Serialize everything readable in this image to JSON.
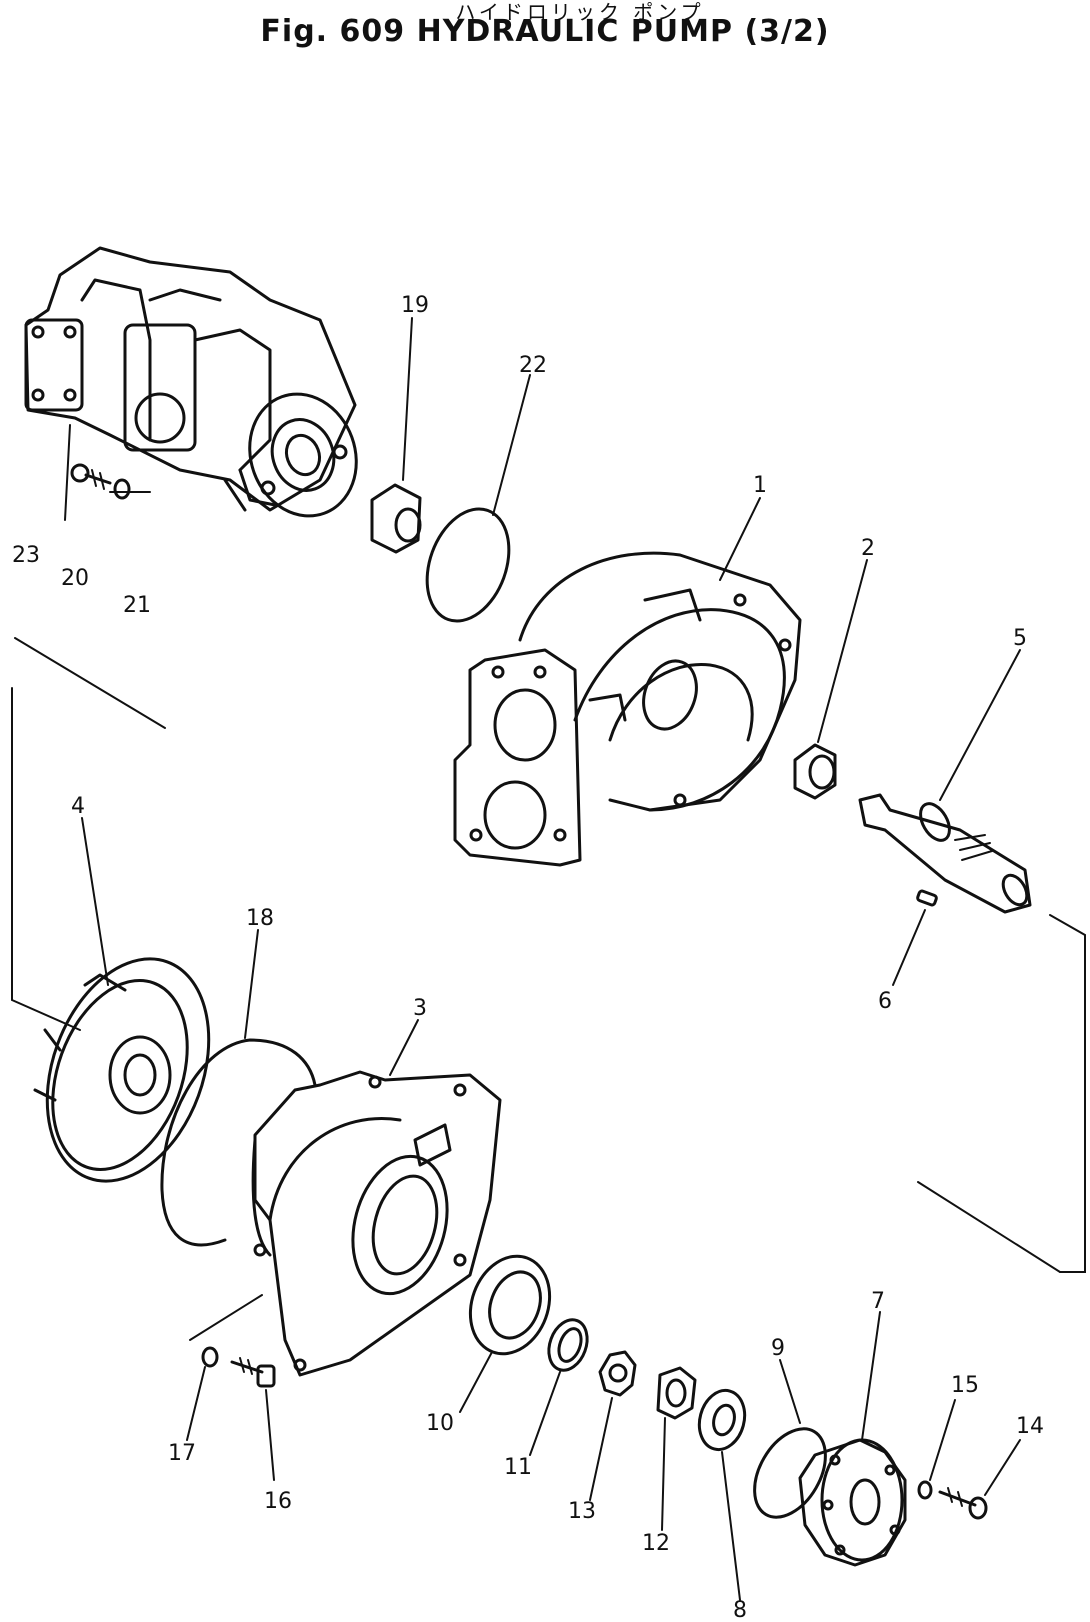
{
  "header": {
    "japanese_title": "ハイドロリック ポンプ",
    "figure_title": "Fig. 609   HYDRAULIC PUMP (3/2)"
  },
  "callouts": {
    "c1": "1",
    "c2": "2",
    "c3": "3",
    "c4": "4",
    "c5": "5",
    "c6": "6",
    "c7": "7",
    "c8": "8",
    "c9": "9",
    "c10": "10",
    "c11": "11",
    "c12": "12",
    "c13": "13",
    "c14": "14",
    "c15": "15",
    "c16": "16",
    "c17": "17",
    "c18": "18",
    "c19": "19",
    "c20": "20",
    "c21": "21",
    "c22": "22",
    "c23": "23"
  }
}
